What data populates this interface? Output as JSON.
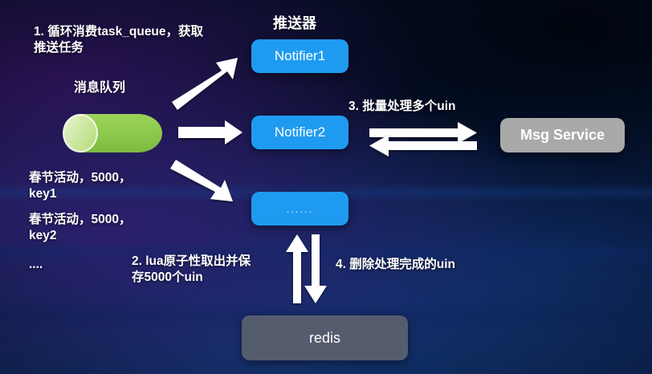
{
  "diagram": {
    "title_pusher": "推送器",
    "label_queue": "消息队列",
    "steps": {
      "step1": "1. 循环消费task_queue，获取\n推送任务",
      "step2": "2. lua原子性取出并保\n存5000个uin",
      "step3": "3. 批量处理多个uin",
      "step4": "4. 删除处理完成的uin"
    },
    "queue_items": [
      "春节活动，5000，\nkey1",
      "春节活动，5000，\nkey2",
      "...."
    ],
    "nodes": {
      "notifier1": "Notifier1",
      "notifier2": "Notifier2",
      "notifier_more": "......",
      "msg_service": "Msg Service",
      "redis": "redis"
    },
    "colors": {
      "notifier_blue": "#1e9bf0",
      "queue_green": "#8cc84b",
      "msg_service_gray": "#a9a9a9",
      "redis_gray": "#555c6e",
      "arrow_white": "#ffffff",
      "background_navy": "#0a1f4d"
    }
  }
}
